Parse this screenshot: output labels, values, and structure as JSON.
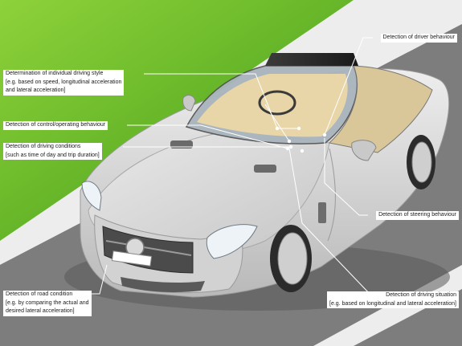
{
  "diagram": {
    "callouts": {
      "driver_behaviour": {
        "lines": [
          "Detection of driver behaviour"
        ]
      },
      "driving_style": {
        "lines": [
          "Determination of individual driving style",
          "[e.g. based on speed, longitudinal acceleration",
          "and lateral acceleration]"
        ]
      },
      "control_behaviour": {
        "lines": [
          "Detection of control/operating behaviour"
        ]
      },
      "driving_conditions": {
        "lines": [
          "Detection of driving conditions",
          "[such as time of day and trip duration]"
        ]
      },
      "steering_behaviour": {
        "lines": [
          "Detection of steering behaviour"
        ]
      },
      "road_condition": {
        "lines": [
          "Detection of road condition",
          "[e.g. by comparing the actual and",
          "desired lateral acceleration]"
        ]
      },
      "driving_situation": {
        "lines": [
          "Detection of driving situation",
          "[e.g. based on longitudinal and lateral acceleration]"
        ]
      }
    },
    "colors": {
      "road": "#7d7d7d",
      "grass": "#5fb81e",
      "car_body": "#d9d9d9",
      "interior": "#e8d6a8",
      "leader_lines": "#ffffff"
    }
  }
}
